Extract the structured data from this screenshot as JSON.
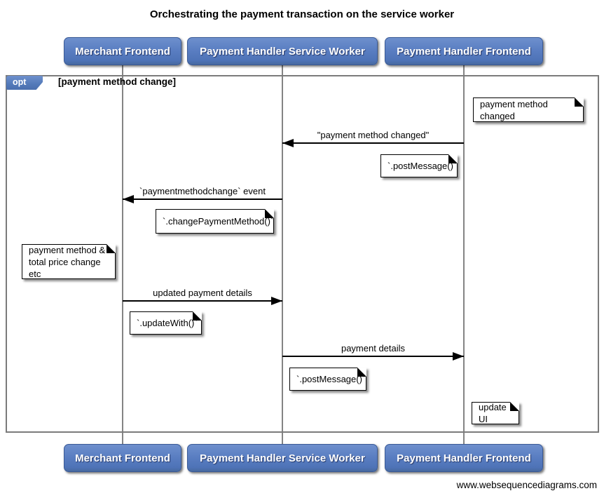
{
  "title": "Orchestrating the payment transaction on the service worker",
  "actors": [
    {
      "label": "Merchant Frontend"
    },
    {
      "label": "Payment Handler Service Worker"
    },
    {
      "label": "Payment Handler Frontend"
    }
  ],
  "opt_frame": {
    "operator": "opt",
    "guard": "[payment method change]"
  },
  "messages": [
    {
      "label": "\"payment method changed\"",
      "from": "Payment Handler Frontend",
      "to": "Payment Handler Service Worker",
      "direction": "left"
    },
    {
      "label": "`paymentmethodchange` event",
      "from": "Payment Handler Service Worker",
      "to": "Merchant Frontend",
      "direction": "left"
    },
    {
      "label": "updated payment details",
      "from": "Merchant Frontend",
      "to": "Payment Handler Service Worker",
      "direction": "right"
    },
    {
      "label": "payment details",
      "from": "Payment Handler Service Worker",
      "to": "Payment Handler Frontend",
      "direction": "right"
    }
  ],
  "notes": [
    {
      "text": "payment method changed"
    },
    {
      "text": "`.postMessage()`"
    },
    {
      "text": "`.changePaymentMethod()`"
    },
    {
      "text": "payment method &\ntotal price change etc"
    },
    {
      "text": "`.updateWith()`"
    },
    {
      "text": "`.postMessage()`"
    },
    {
      "text": "update UI"
    }
  ],
  "footer": "www.websequencediagrams.com",
  "colors": {
    "actor_fill": "#5a7ec2",
    "actor_border": "#3a5a96",
    "frame_border": "#7b7b7b",
    "lifeline": "#848484",
    "arrow": "#000000",
    "note_bg": "#ffffff"
  }
}
